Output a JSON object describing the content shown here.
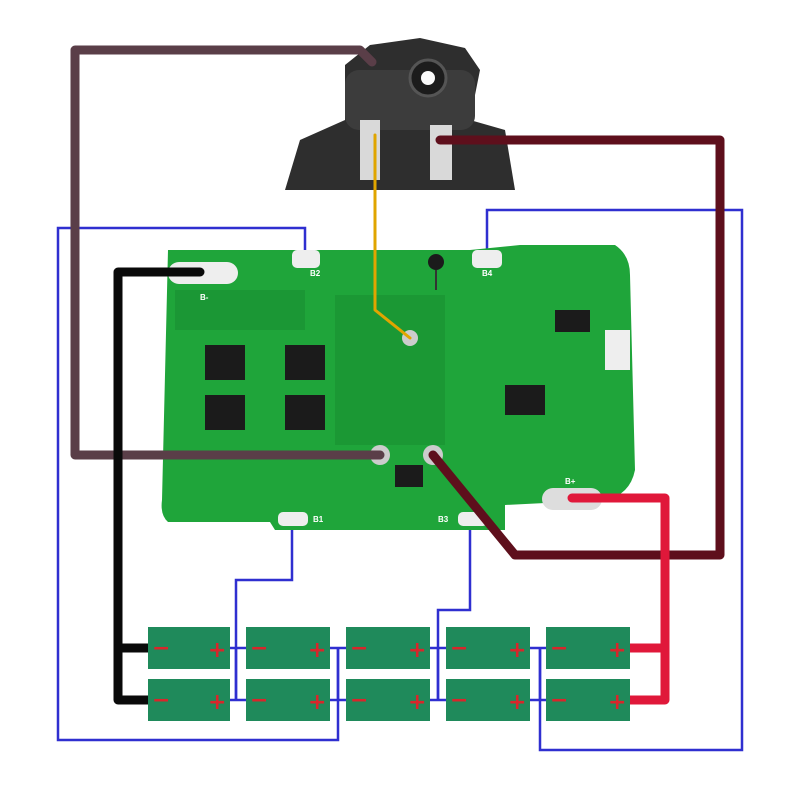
{
  "board": {
    "pad_b_minus": "B-",
    "pad_b1": "B1",
    "pad_b2": "B2",
    "pad_b3": "B3",
    "pad_b4": "B4",
    "pad_b_plus": "B+"
  },
  "cells": {
    "minus_sign": "−",
    "plus_sign": "+"
  },
  "colors": {
    "pcb": "#1fa53a",
    "pcb_dark": "#178a2f",
    "cell": "#1f8a5b",
    "cell_terminal": "#d8262b",
    "wire_blue": "#2f2fd0",
    "wire_black": "#0a0a0a",
    "wire_red": "#e0183a",
    "wire_brown": "#5a3e48",
    "wire_darkred": "#5e0f1c",
    "wire_yellow": "#e0a500",
    "connector": "#3a3a3a"
  }
}
